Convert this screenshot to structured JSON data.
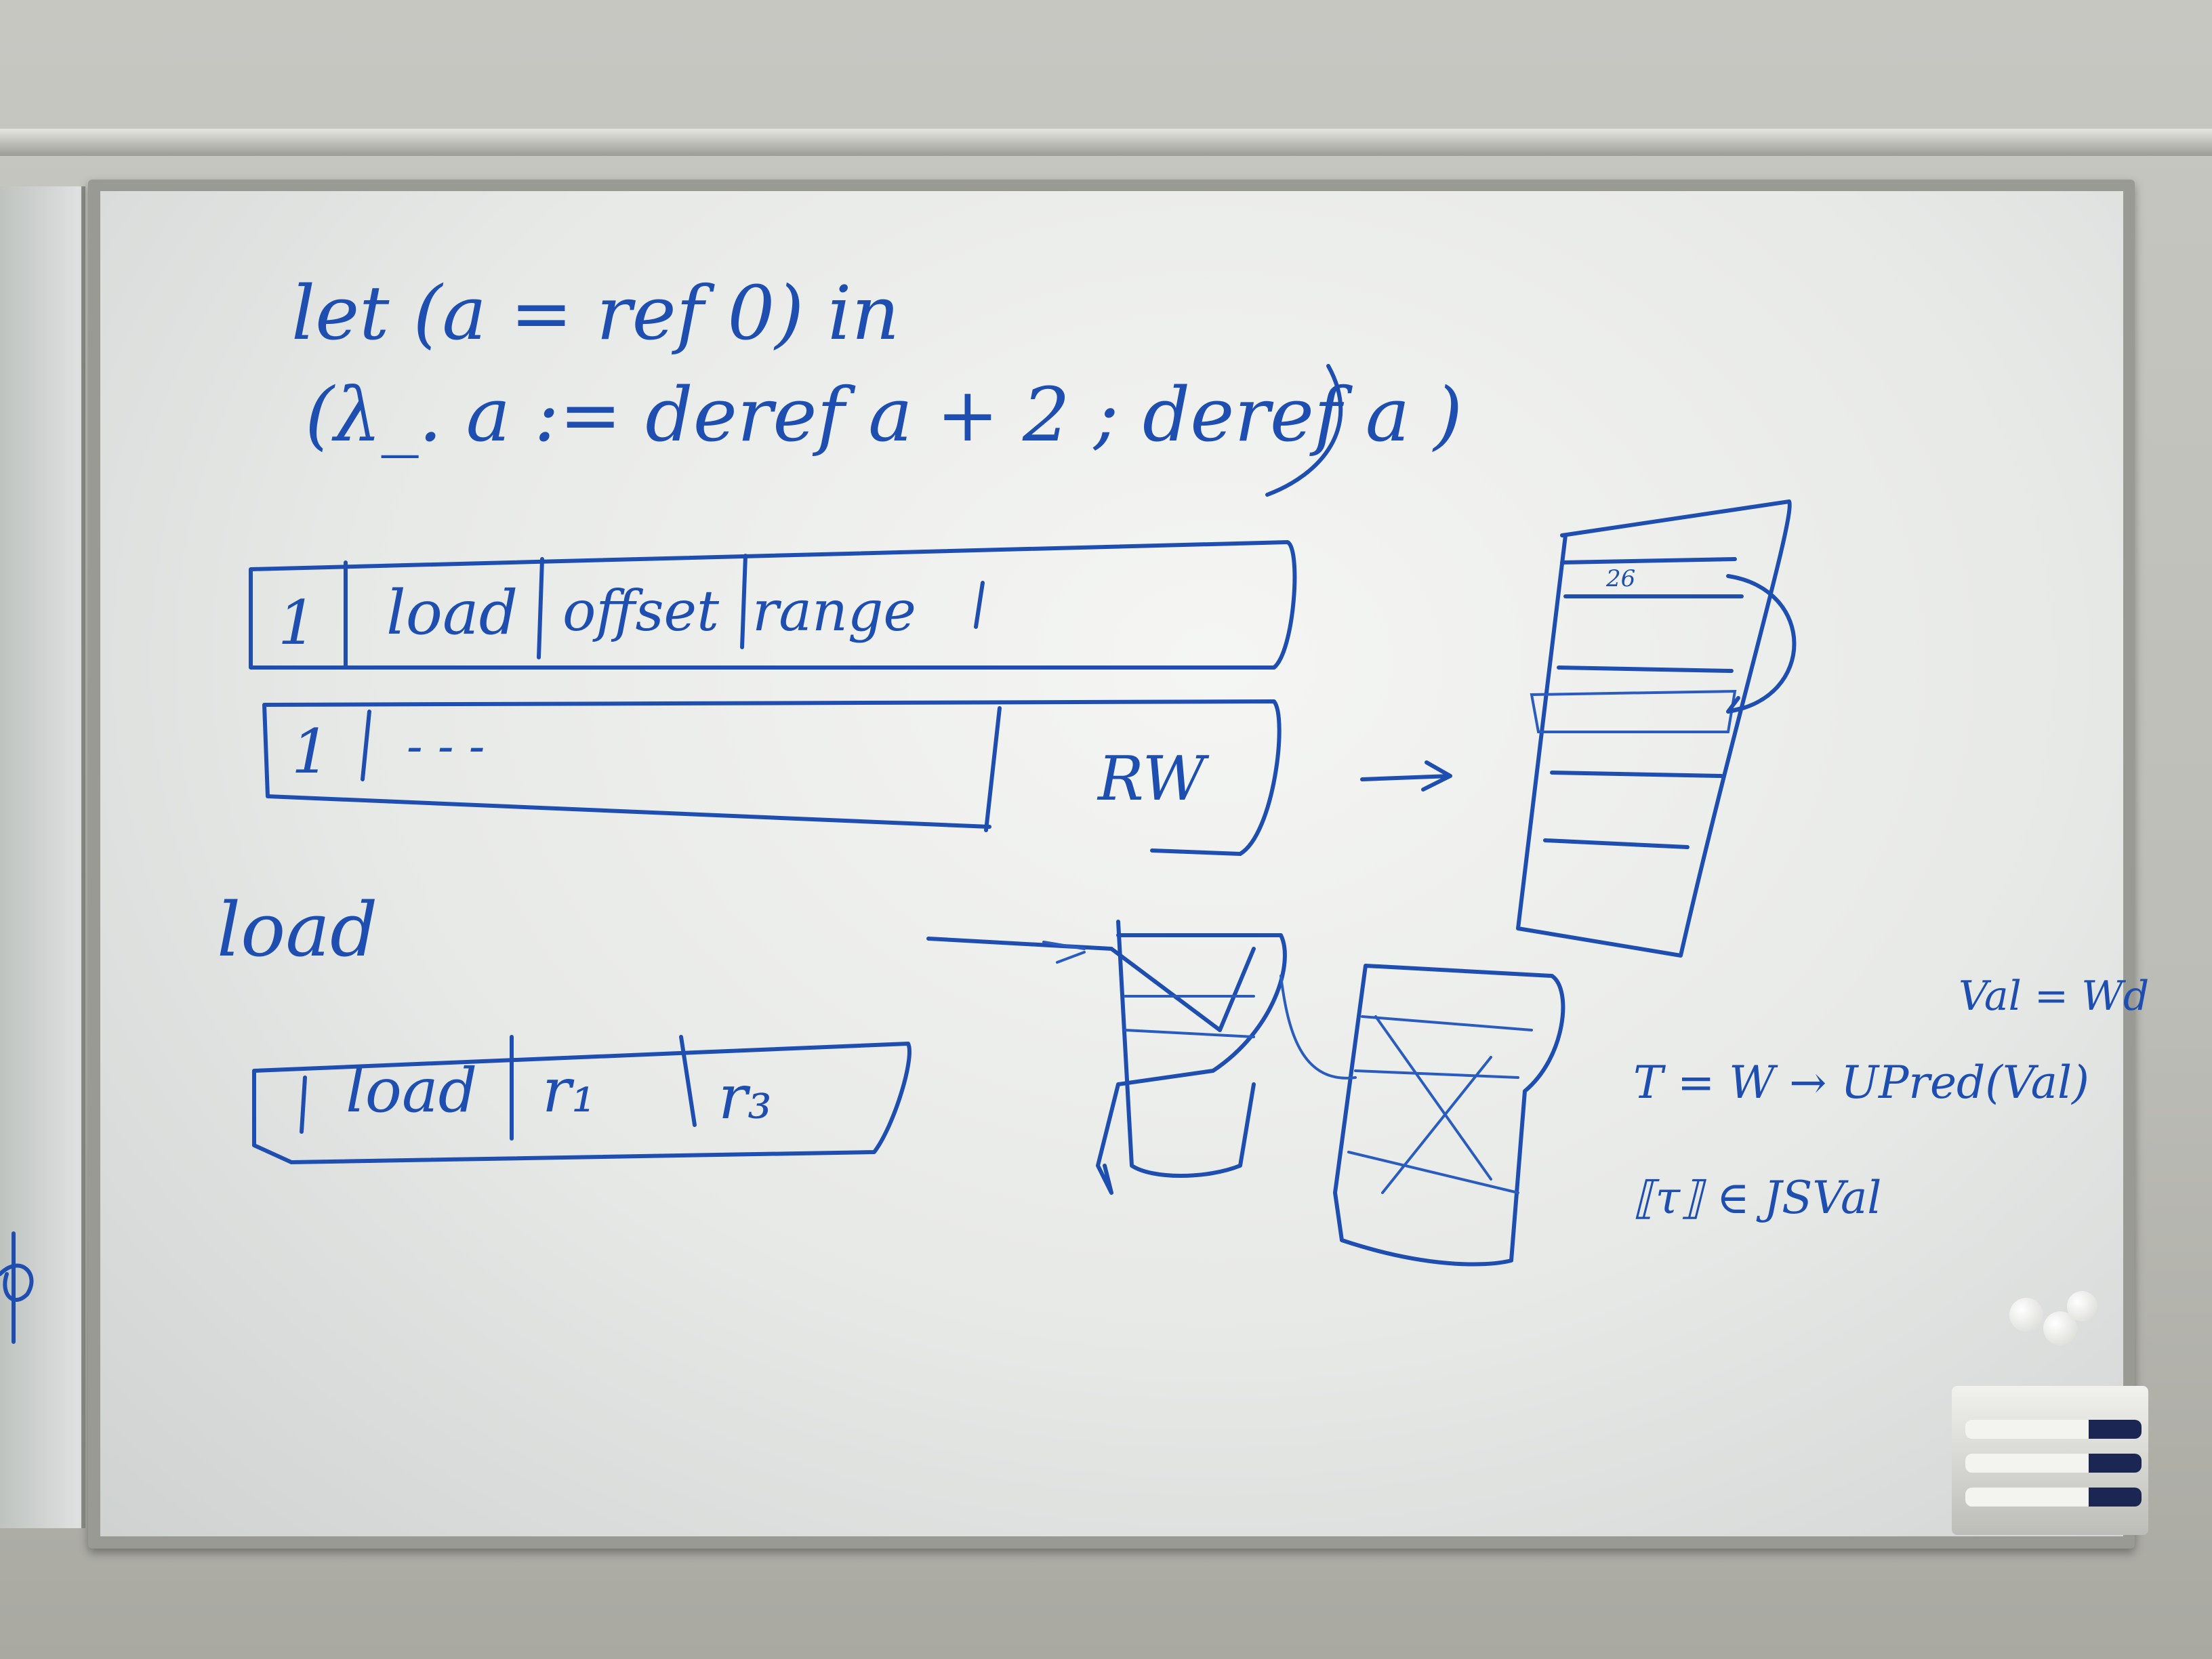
{
  "whiteboard": {
    "code_line_1": "let (a = ref 0) in",
    "code_line_2": "(λ_. a := deref a + 2 ; deref a )",
    "row1_cells": [
      "1",
      "load",
      "offset",
      "range"
    ],
    "row2_cells": [
      "1",
      "- - -",
      "RW"
    ],
    "load_label": "load",
    "row3_cells": [
      "load",
      "r₁",
      "r₃"
    ],
    "stack_top_value": "26",
    "right_formula_1": "Val = Wd",
    "right_formula_2": "T = W → UPred(Val)",
    "right_formula_3": "⟦τ⟧ ∈ JSVal"
  },
  "colors": {
    "ink": "#1e4fb0",
    "board": "#eef0ee"
  }
}
